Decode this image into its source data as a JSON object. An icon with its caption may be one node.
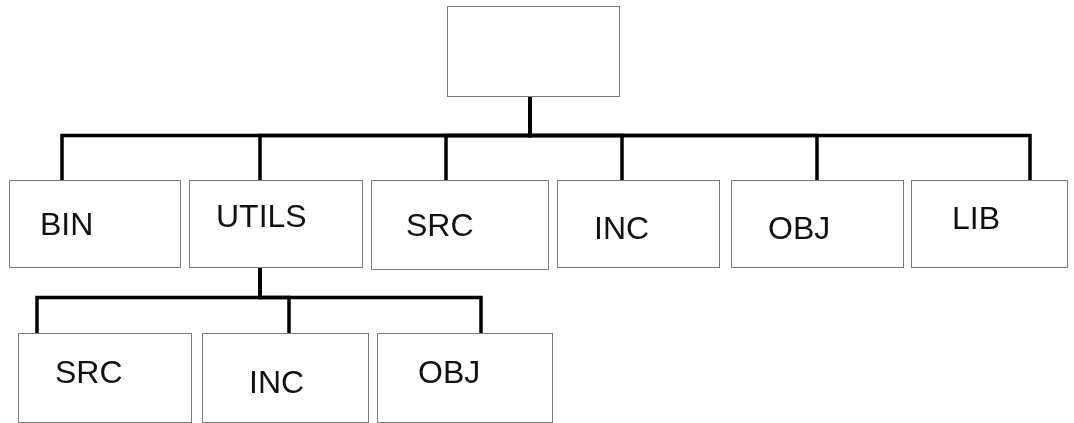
{
  "diagram": {
    "nodes": [
      {
        "text": [],
        "shape": "box"
      },
      {
        "text": [
          "BIN"
        ]
      },
      {
        "text": [
          "UTILS"
        ]
      },
      {
        "text": [
          "SRC"
        ]
      },
      {
        "text": [
          "INC"
        ]
      },
      {
        "text": [
          "OBJ"
        ]
      },
      {
        "text": [
          "LIB"
        ]
      },
      {
        "text": [
          "SRC"
        ]
      },
      {
        "text": [
          "INC"
        ]
      },
      {
        "text": [
          "OBJ"
        ]
      }
    ],
    "edges": [
      {
        "from": 0,
        "to": 1,
        "arrow": "none"
      },
      {
        "from": 0,
        "to": 2,
        "arrow": "none"
      },
      {
        "from": 0,
        "to": 3,
        "arrow": "none"
      },
      {
        "from": 0,
        "to": 4,
        "arrow": "none"
      },
      {
        "from": 0,
        "to": 5,
        "arrow": "none"
      },
      {
        "from": 0,
        "to": 6,
        "arrow": "none"
      },
      {
        "from": 2,
        "to": 7,
        "arrow": "none"
      },
      {
        "from": 2,
        "to": 8,
        "arrow": "none"
      },
      {
        "from": 2,
        "to": 9,
        "arrow": "none"
      }
    ]
  }
}
